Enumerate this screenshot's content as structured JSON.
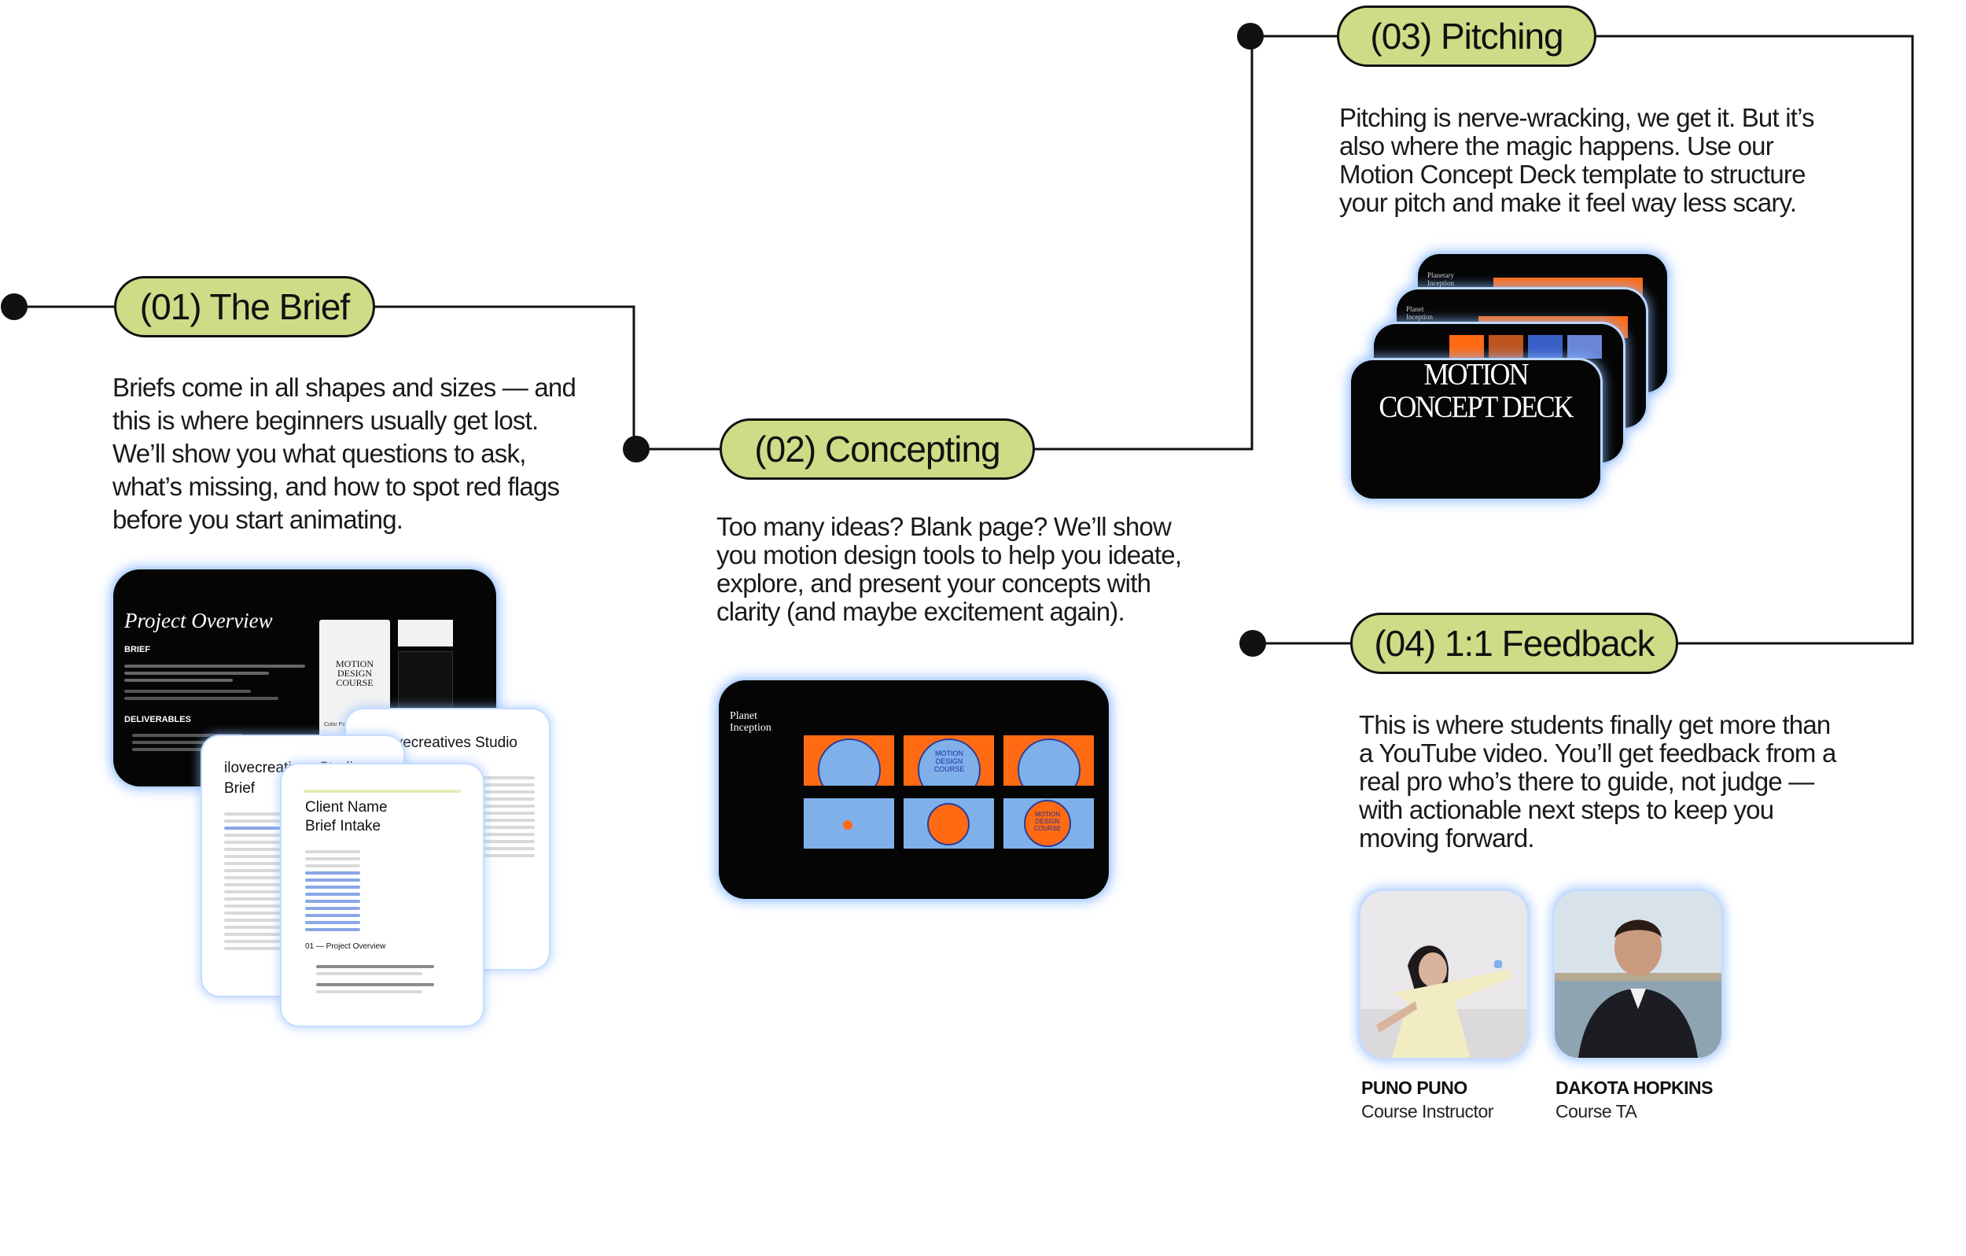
{
  "accent_color": "#cddc86",
  "glow_color": "#bcd8ff",
  "steps": [
    {
      "label": "(01) The Brief",
      "lines": [
        "Briefs come in all shapes and sizes — and",
        "this is where beginners usually get lost.",
        "We’ll show you what questions to ask,",
        "what’s missing, and how to spot red flags",
        "before you start animating."
      ]
    },
    {
      "label": "(02) Concepting",
      "lines": [
        "Too many ideas? Blank page? We’ll show",
        "you motion design tools to help you ideate,",
        "explore, and present your concepts with",
        "clarity (and maybe excitement again)."
      ]
    },
    {
      "label": "(03) Pitching",
      "lines": [
        "Pitching is nerve-wracking, we get it. But it’s",
        "also where the magic happens. Use our",
        "Motion Concept Deck template to structure",
        "your pitch and make it feel way less scary."
      ]
    },
    {
      "label": "(04) 1:1 Feedback",
      "lines": [
        "This is where students finally get more than",
        "a YouTube video. You’ll get feedback from a",
        "real pro who’s there to guide, not judge —",
        "with actionable next steps to keep you",
        "moving forward."
      ]
    }
  ],
  "brief_card": {
    "title": "Project Overview",
    "brief_heading": "BRIEF",
    "deliverables_heading": "DELIVERABLES",
    "thumb_text": "MOTION DESIGN COURSE",
    "palette_label": "Color Palette"
  },
  "docs": {
    "doc_a_title": "ilovecreatives Studio",
    "doc_a_sub": "Brief",
    "doc_b_title": "ilovecreatives Studio",
    "doc_c_title": "Client Name",
    "doc_c_sub": "Brief Intake",
    "doc_c_section": "01 — Project Overview"
  },
  "concept_card": {
    "title": "Planet Inception",
    "frame_text_1": "MOTION DESIGN COURSE",
    "frame_text_2": "MOTION DESIGN COURSE"
  },
  "pitch_deck": {
    "line1": "MOTION",
    "line2": "CONCEPT DECK",
    "back_title": "Planetary Inception",
    "mid_title": "Planet Inception"
  },
  "people": [
    {
      "name": "PUNO PUNO",
      "role": "Course Instructor"
    },
    {
      "name": "DAKOTA HOPKINS",
      "role": "Course TA"
    }
  ]
}
